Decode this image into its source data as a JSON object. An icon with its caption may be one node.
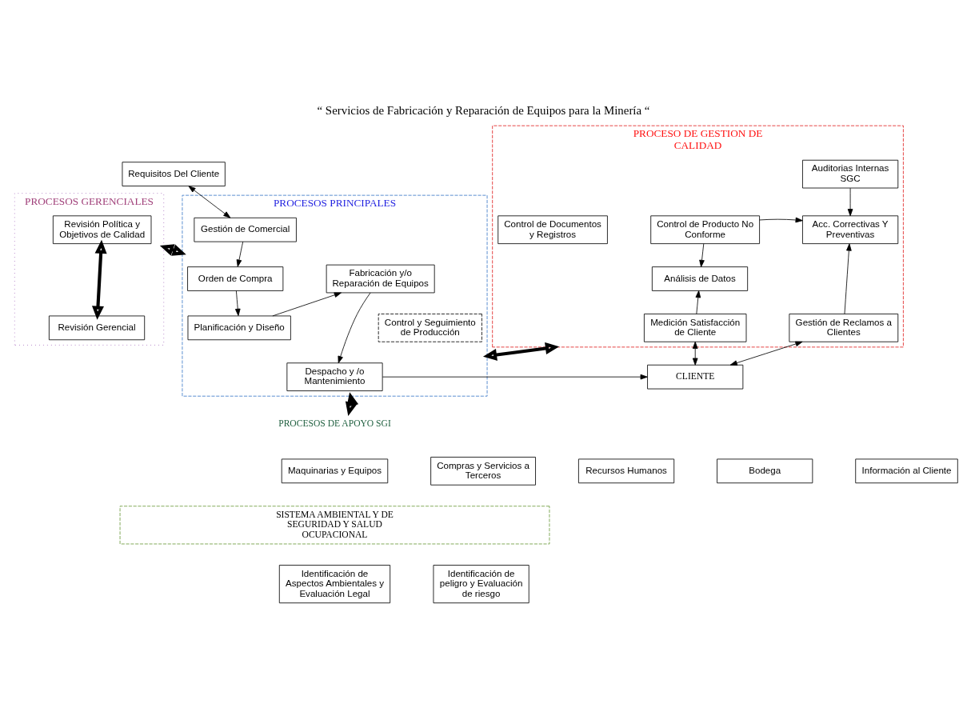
{
  "diagram": {
    "title": "“ Servicios de Fabricación y Reparación de Equipos para la Minería “",
    "nodes": [
      {
        "text": [
          "Requisitos Del Cliente"
        ]
      },
      {
        "text": [
          "PROCESOS GERENCIALES"
        ]
      },
      {
        "text": [
          "Revisión Política y Objetivos de Calidad"
        ],
        "in": 1
      },
      {
        "text": [
          "Revisión Gerencial"
        ],
        "in": 1
      },
      {
        "text": [
          "PROCESOS PRINCIPALES"
        ]
      },
      {
        "text": [
          "Gestión de Comercial"
        ],
        "in": 4
      },
      {
        "text": [
          "Orden de Compra"
        ],
        "in": 4
      },
      {
        "text": [
          "Planificación y Diseño"
        ],
        "in": 4
      },
      {
        "text": [
          "Control y Seguimiento de Producción"
        ],
        "in": 4
      },
      {
        "text": [
          "Fabricación y/o Reparación de Equipos"
        ],
        "in": 4
      },
      {
        "text": [
          "Despacho y /o Mantenimiento"
        ],
        "in": 4
      },
      {
        "text": [
          "PROCESO DE GESTION DE CALIDAD"
        ]
      },
      {
        "text": [
          "Auditorias Internas SGC"
        ],
        "in": 11
      },
      {
        "text": [
          "Control de Documentos y Registros"
        ],
        "in": 11
      },
      {
        "text": [
          "Control de Producto No Conforme"
        ],
        "in": 11
      },
      {
        "text": [
          "Acc. Correctivas Y Preventivas"
        ],
        "in": 11
      },
      {
        "text": [
          "Análisis de Datos"
        ],
        "in": 11
      },
      {
        "text": [
          "Medición Satisfacción de Cliente"
        ],
        "in": 11
      },
      {
        "text": [
          "Gestión de Reclamos a Clientes"
        ],
        "in": 11
      },
      {
        "text": [
          "CLIENTE"
        ]
      },
      {
        "text": [
          "PROCESOS DE APOYO SGI"
        ]
      },
      {
        "text": [
          "Maquinarias y Equipos"
        ]
      },
      {
        "text": [
          "Compras y Servicios a Terceros"
        ]
      },
      {
        "text": [
          "Recursos Humanos"
        ]
      },
      {
        "text": [
          "Bodega"
        ]
      },
      {
        "text": [
          "Información al Cliente"
        ]
      },
      {
        "text": [
          "SISTEMA AMBIENTAL Y DE SEGURIDAD Y SALUD OCUPACIONAL"
        ]
      },
      {
        "text": [
          "Identificación de Aspectos Ambientales y Evaluación Legal"
        ]
      },
      {
        "text": [
          "Identificación de peligro y Evaluación de riesgo"
        ]
      }
    ],
    "edges": [
      {
        "from": 0,
        "to": 5,
        "arrow": "both"
      },
      {
        "from": 5,
        "to": 6,
        "arrow": "to"
      },
      {
        "from": 6,
        "to": 7,
        "arrow": "to"
      },
      {
        "from": 7,
        "to": 9,
        "arrow": "to"
      },
      {
        "from": 9,
        "to": 10,
        "arrow": "to"
      },
      {
        "from": 10,
        "to": 19,
        "arrow": "to"
      },
      {
        "from": 12,
        "to": 15,
        "arrow": "to"
      },
      {
        "from": 14,
        "to": 15,
        "arrow": "to"
      },
      {
        "from": 14,
        "to": 16,
        "arrow": "to"
      },
      {
        "from": 17,
        "to": 16,
        "arrow": "to"
      },
      {
        "from": 18,
        "to": 15,
        "arrow": "to"
      },
      {
        "from": 19,
        "to": 17,
        "arrow": "both"
      },
      {
        "from": 19,
        "to": 18,
        "arrow": "both"
      },
      {
        "from": 2,
        "to": 3,
        "arrow": "both",
        "style": "thick"
      },
      {
        "from": 1,
        "to": 4,
        "arrow": "both",
        "style": "thick"
      },
      {
        "from": 4,
        "to": 11,
        "arrow": "both",
        "style": "thick"
      },
      {
        "from": 4,
        "to": 20,
        "arrow": "both",
        "style": "thick"
      }
    ]
  }
}
